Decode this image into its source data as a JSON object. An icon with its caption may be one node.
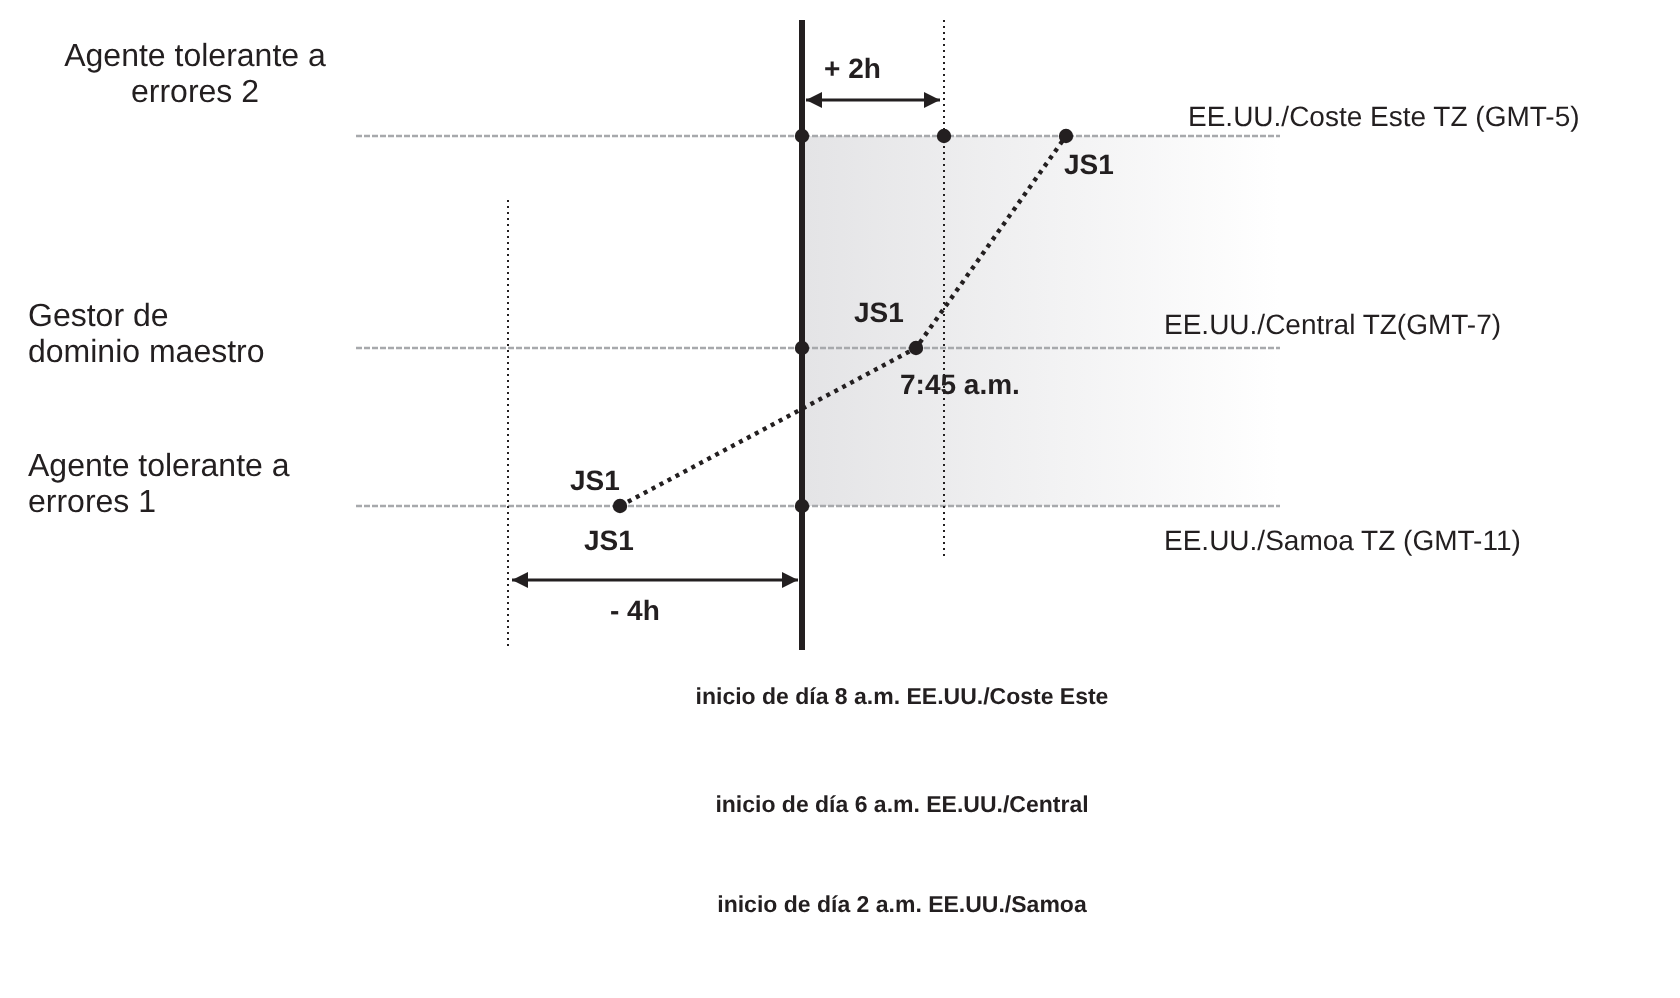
{
  "diagram": {
    "labels": [
      "+ 2h",
      "Agente tolerante a errores 2",
      "EE.UU./Coste Este TZ (GMT-5)",
      "JS1",
      "Gestor de dominio maestro",
      "JS1",
      "EE.UU./Central TZ(GMT-7)",
      "7:45 a.m.",
      "Agente tolerante a errores 1",
      "JS1",
      "JS1",
      "EE.UU./Samoa TZ (GMT-11)",
      "- 4h",
      "inicio de día 8 a.m. EE.UU./Coste Este",
      "inicio de día 6 a.m. EE.UU./Central",
      "inicio de día 2 a.m. EE.UU./Samoa"
    ]
  }
}
